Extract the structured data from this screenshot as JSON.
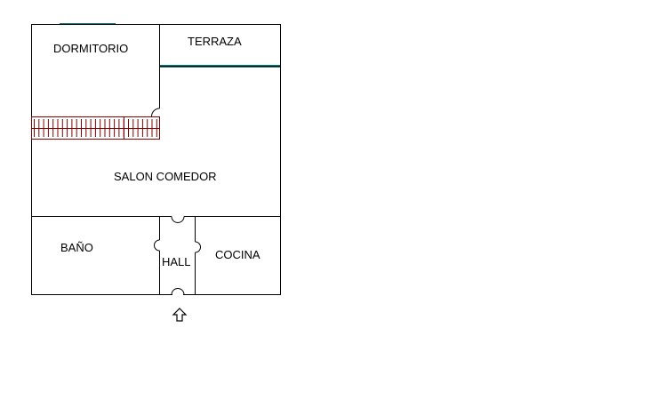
{
  "rooms": {
    "dormitorio": "DORMITORIO",
    "terraza": "TERRAZA",
    "salon": "SALON COMEDOR",
    "bano": "BAÑO",
    "hall": "HALL",
    "cocina": "COCINA"
  },
  "colors": {
    "wall": "#000000",
    "window": "#008080",
    "stairs": "#800000"
  },
  "icons": {
    "entrance": "up-arrow-icon"
  }
}
